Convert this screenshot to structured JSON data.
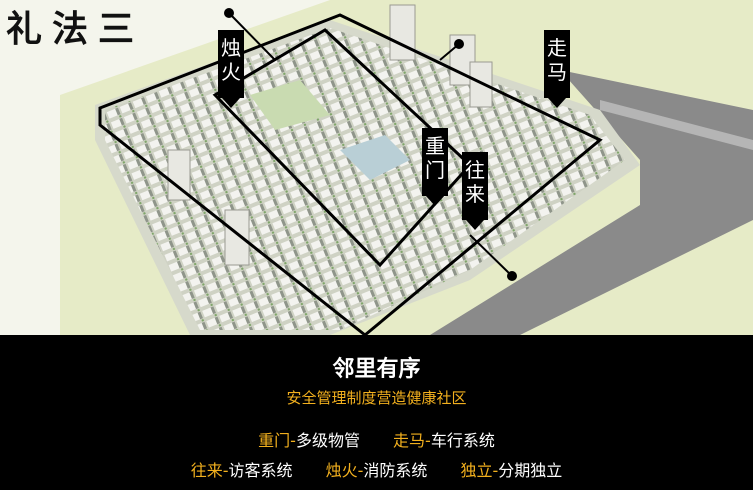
{
  "title": "礼法三",
  "labels": {
    "zhuhuo": "烛火",
    "zouma": "走马",
    "zhongmen": "重门",
    "wanglai": "往来"
  },
  "panel": {
    "heading": "邻里有序",
    "subtitle": "安全管理制度营造健康社区",
    "items": [
      {
        "key": "重门-",
        "value": "多级物管"
      },
      {
        "key": "走马-",
        "value": "车行系统"
      },
      {
        "key": "往来-",
        "value": "访客系统"
      },
      {
        "key": "烛火-",
        "value": "消防系统"
      },
      {
        "key": "独立-",
        "value": "分期独立"
      }
    ]
  },
  "colors": {
    "accent": "#f2b01e",
    "panel_bg": "#000000",
    "ground": "#e9ecd2",
    "road": "#7d7d7d",
    "boundary": "#000000"
  }
}
